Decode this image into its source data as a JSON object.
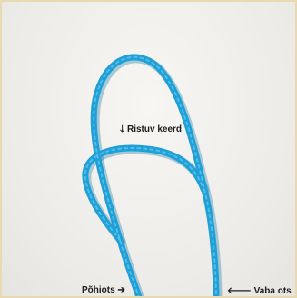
{
  "labels": {
    "crossing_turn": {
      "arrow": "🡓",
      "text": "Ristuv keerd"
    },
    "standing_end": {
      "text": "Põhiots",
      "arrow": "➔"
    },
    "free_end": {
      "arrow": "🡐",
      "text": "Vaba ots"
    }
  },
  "colors": {
    "rope": "#1e9fd6",
    "rope_shadow": "#157aa8",
    "rope_highlight": "#5cc3ee",
    "background": "#efeee9",
    "border": "#e7dab0"
  }
}
